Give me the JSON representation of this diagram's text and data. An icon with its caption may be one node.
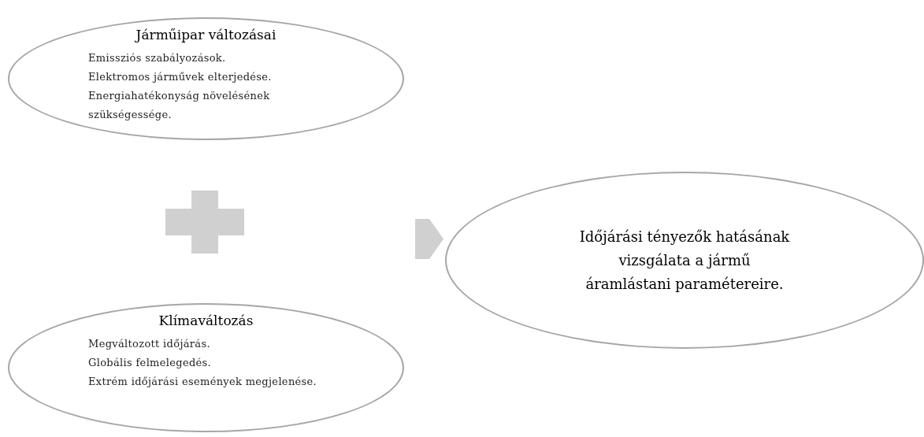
{
  "diagram": {
    "nodes": [
      {
        "text": [
          "Járműipar változásai",
          "Emissziós szabályozások.",
          "Elektromos járművek elterjedése.",
          "Energiahatékonyság növelésének szükségessége."
        ]
      },
      {
        "text": [
          "Klímaváltozás",
          "Megváltozott időjárás.",
          "Globális felmelegedés.",
          "Extrém időjárási események megjelenése."
        ]
      },
      {
        "text": [],
        "shape": "cross"
      },
      {
        "text": [],
        "shape": "arrow"
      },
      {
        "text": [
          "Időjárási tényezők hatásának vizsgálata a jármű áramlástani paramétereire."
        ]
      }
    ]
  }
}
